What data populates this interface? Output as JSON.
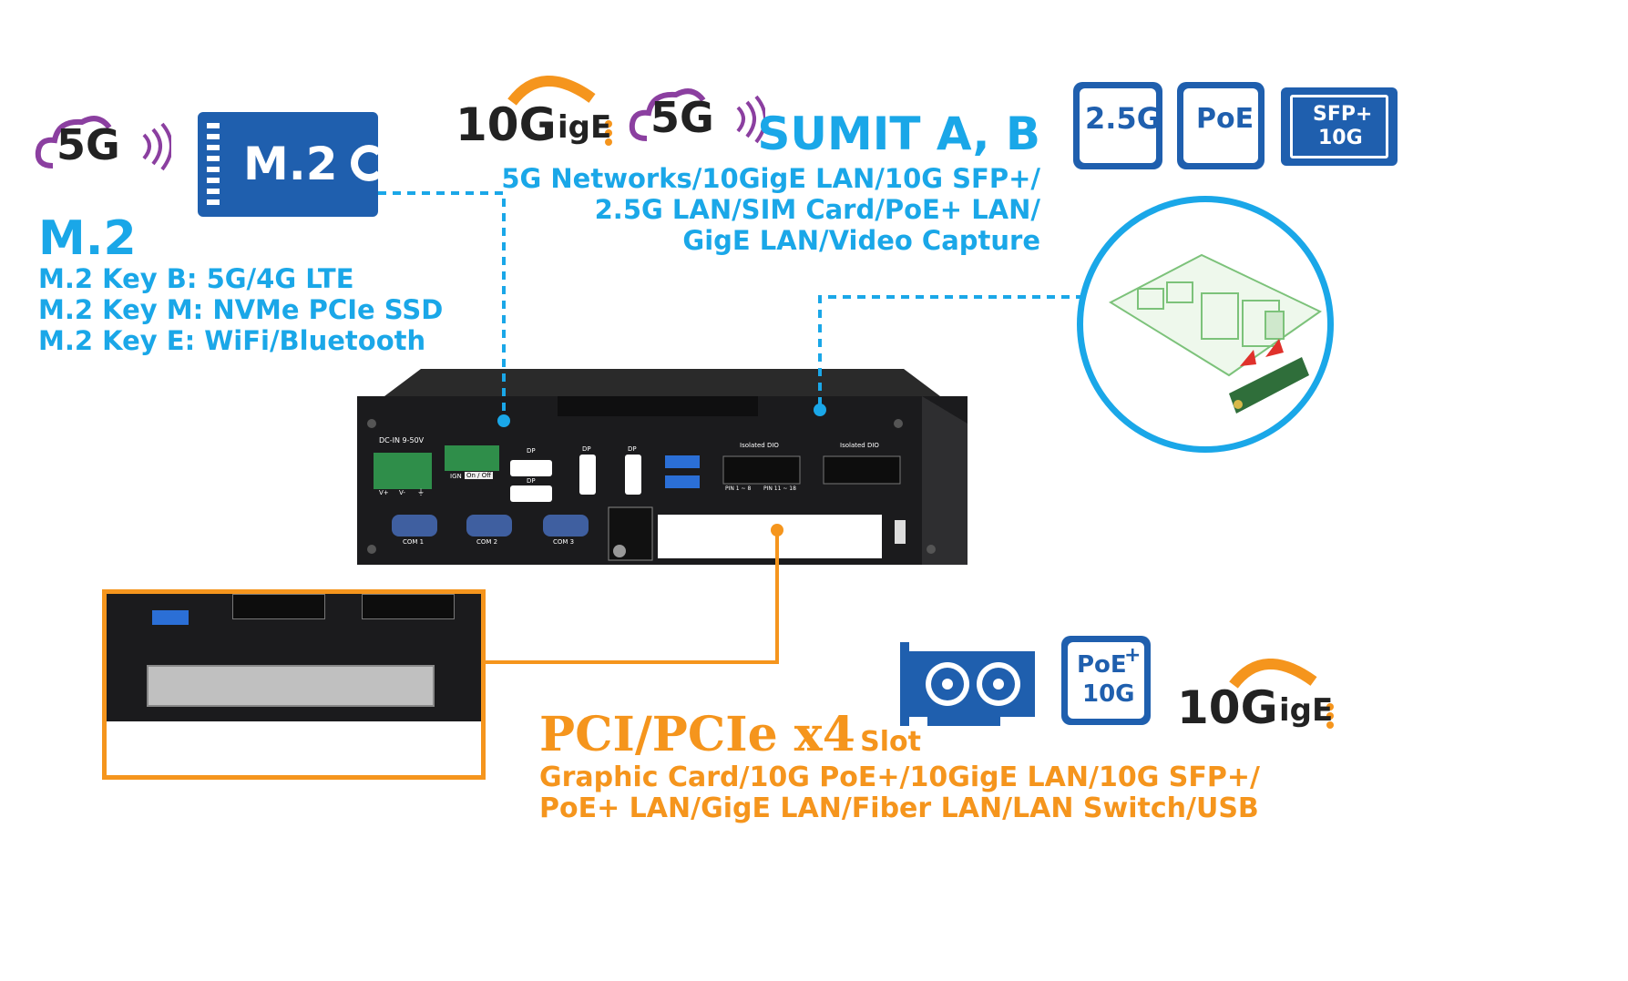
{
  "m2": {
    "badge": "M.2",
    "title": "M.2",
    "lines": [
      "M.2 Key B: 5G/4G LTE",
      "M.2 Key M: NVMe PCIe SSD",
      "M.2 Key E: WiFi/Bluetooth"
    ]
  },
  "logos": {
    "fiveg": "5G",
    "tengige_main": "10G",
    "tengige_sub": "igE"
  },
  "sumit": {
    "title": "SUMIT A, B",
    "lines": [
      "5G Networks/10GigE LAN/10G SFP+/",
      "2.5G LAN/SIM Card/PoE+ LAN/",
      "GigE LAN/Video Capture"
    ]
  },
  "top_icons": {
    "lan25": "2.5G",
    "poe": "PoE",
    "sfp_line1": "SFP+",
    "sfp_line2": "10G"
  },
  "device": {
    "dc_in": "DC-IN 9-50V",
    "power_pins": [
      "V+",
      "V-",
      "⏚"
    ],
    "ign": "IGN",
    "on_off": "On / Off",
    "dp": "DP",
    "dio": "Isolated DIO",
    "com": [
      "COM 1",
      "COM 2",
      "COM 3"
    ],
    "pin_labels": [
      "PIN 1 ~ 8",
      "PIN 11 ~ 18"
    ]
  },
  "pci": {
    "title": "PCI/PCIe x4",
    "slot": "Slot",
    "lines": [
      "Graphic Card/10G PoE+/10GigE LAN/10G SFP+/",
      "PoE+ LAN/GigE LAN/Fiber LAN/LAN Switch/USB"
    ]
  },
  "bottom_icons": {
    "poe_line1": "PoE",
    "poe_sup": "+",
    "poe_line2": "10G"
  },
  "colors": {
    "blue": "#1aa7e8",
    "orange": "#f5951d",
    "icon_blue": "#1f5fae",
    "purple": "#8b3fa0"
  }
}
